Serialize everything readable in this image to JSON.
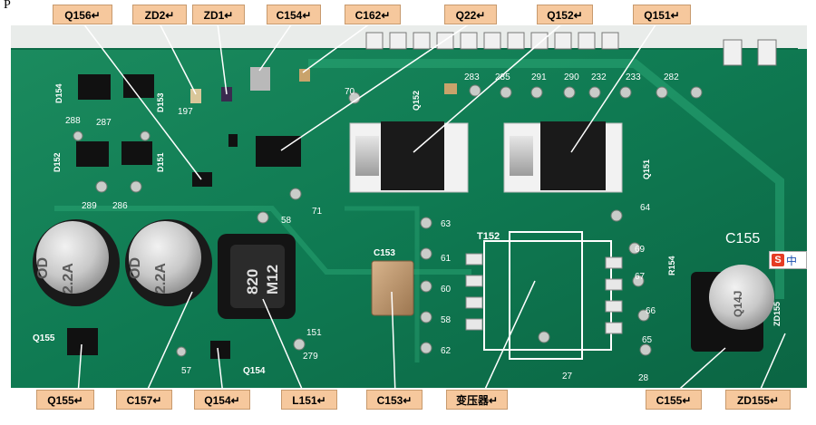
{
  "corner_mark": "P",
  "callouts_top": [
    "Q156↵",
    "ZD2↵",
    "ZD1↵",
    "C154↵",
    "C162↵",
    "Q22↵",
    "Q152↵",
    "Q151↵"
  ],
  "callouts_bottom": [
    "Q155↵",
    "C157↵",
    "Q154↵",
    "L151↵",
    "C153↵",
    "变压器↵",
    "C155↵",
    "ZD155↵"
  ],
  "board_labels": {
    "inductor_top": "820",
    "inductor_bottom": "M12",
    "cap_left": "2.2A",
    "cap_left_top": "OD",
    "cap_mid": "2.2A",
    "cap_mid_top": "OD",
    "cap_right": "Q14J",
    "transformer": "T152",
    "c153": "C153",
    "c155": "C155",
    "q152": "Q152",
    "q151": "Q151",
    "q155": "Q155",
    "q154": "Q154",
    "zd155": "ZD155",
    "r154": "R154",
    "d154": "D154",
    "d152": "D152",
    "d151": "D151",
    "d153": "D153",
    "pads": [
      "283",
      "285",
      "291",
      "290",
      "232",
      "233",
      "282",
      "63",
      "61",
      "60",
      "58",
      "62",
      "64",
      "69",
      "67",
      "65",
      "66",
      "27",
      "28",
      "289",
      "286",
      "288",
      "287",
      "197",
      "58",
      "71",
      "70",
      "279",
      "151",
      "57"
    ]
  },
  "ime": {
    "glyph": "S",
    "label": "中"
  },
  "colors": {
    "board": "#0f7a52",
    "callout_fill": "#f6c89d",
    "callout_border": "#c79a6e",
    "leader": "#ffffff"
  }
}
